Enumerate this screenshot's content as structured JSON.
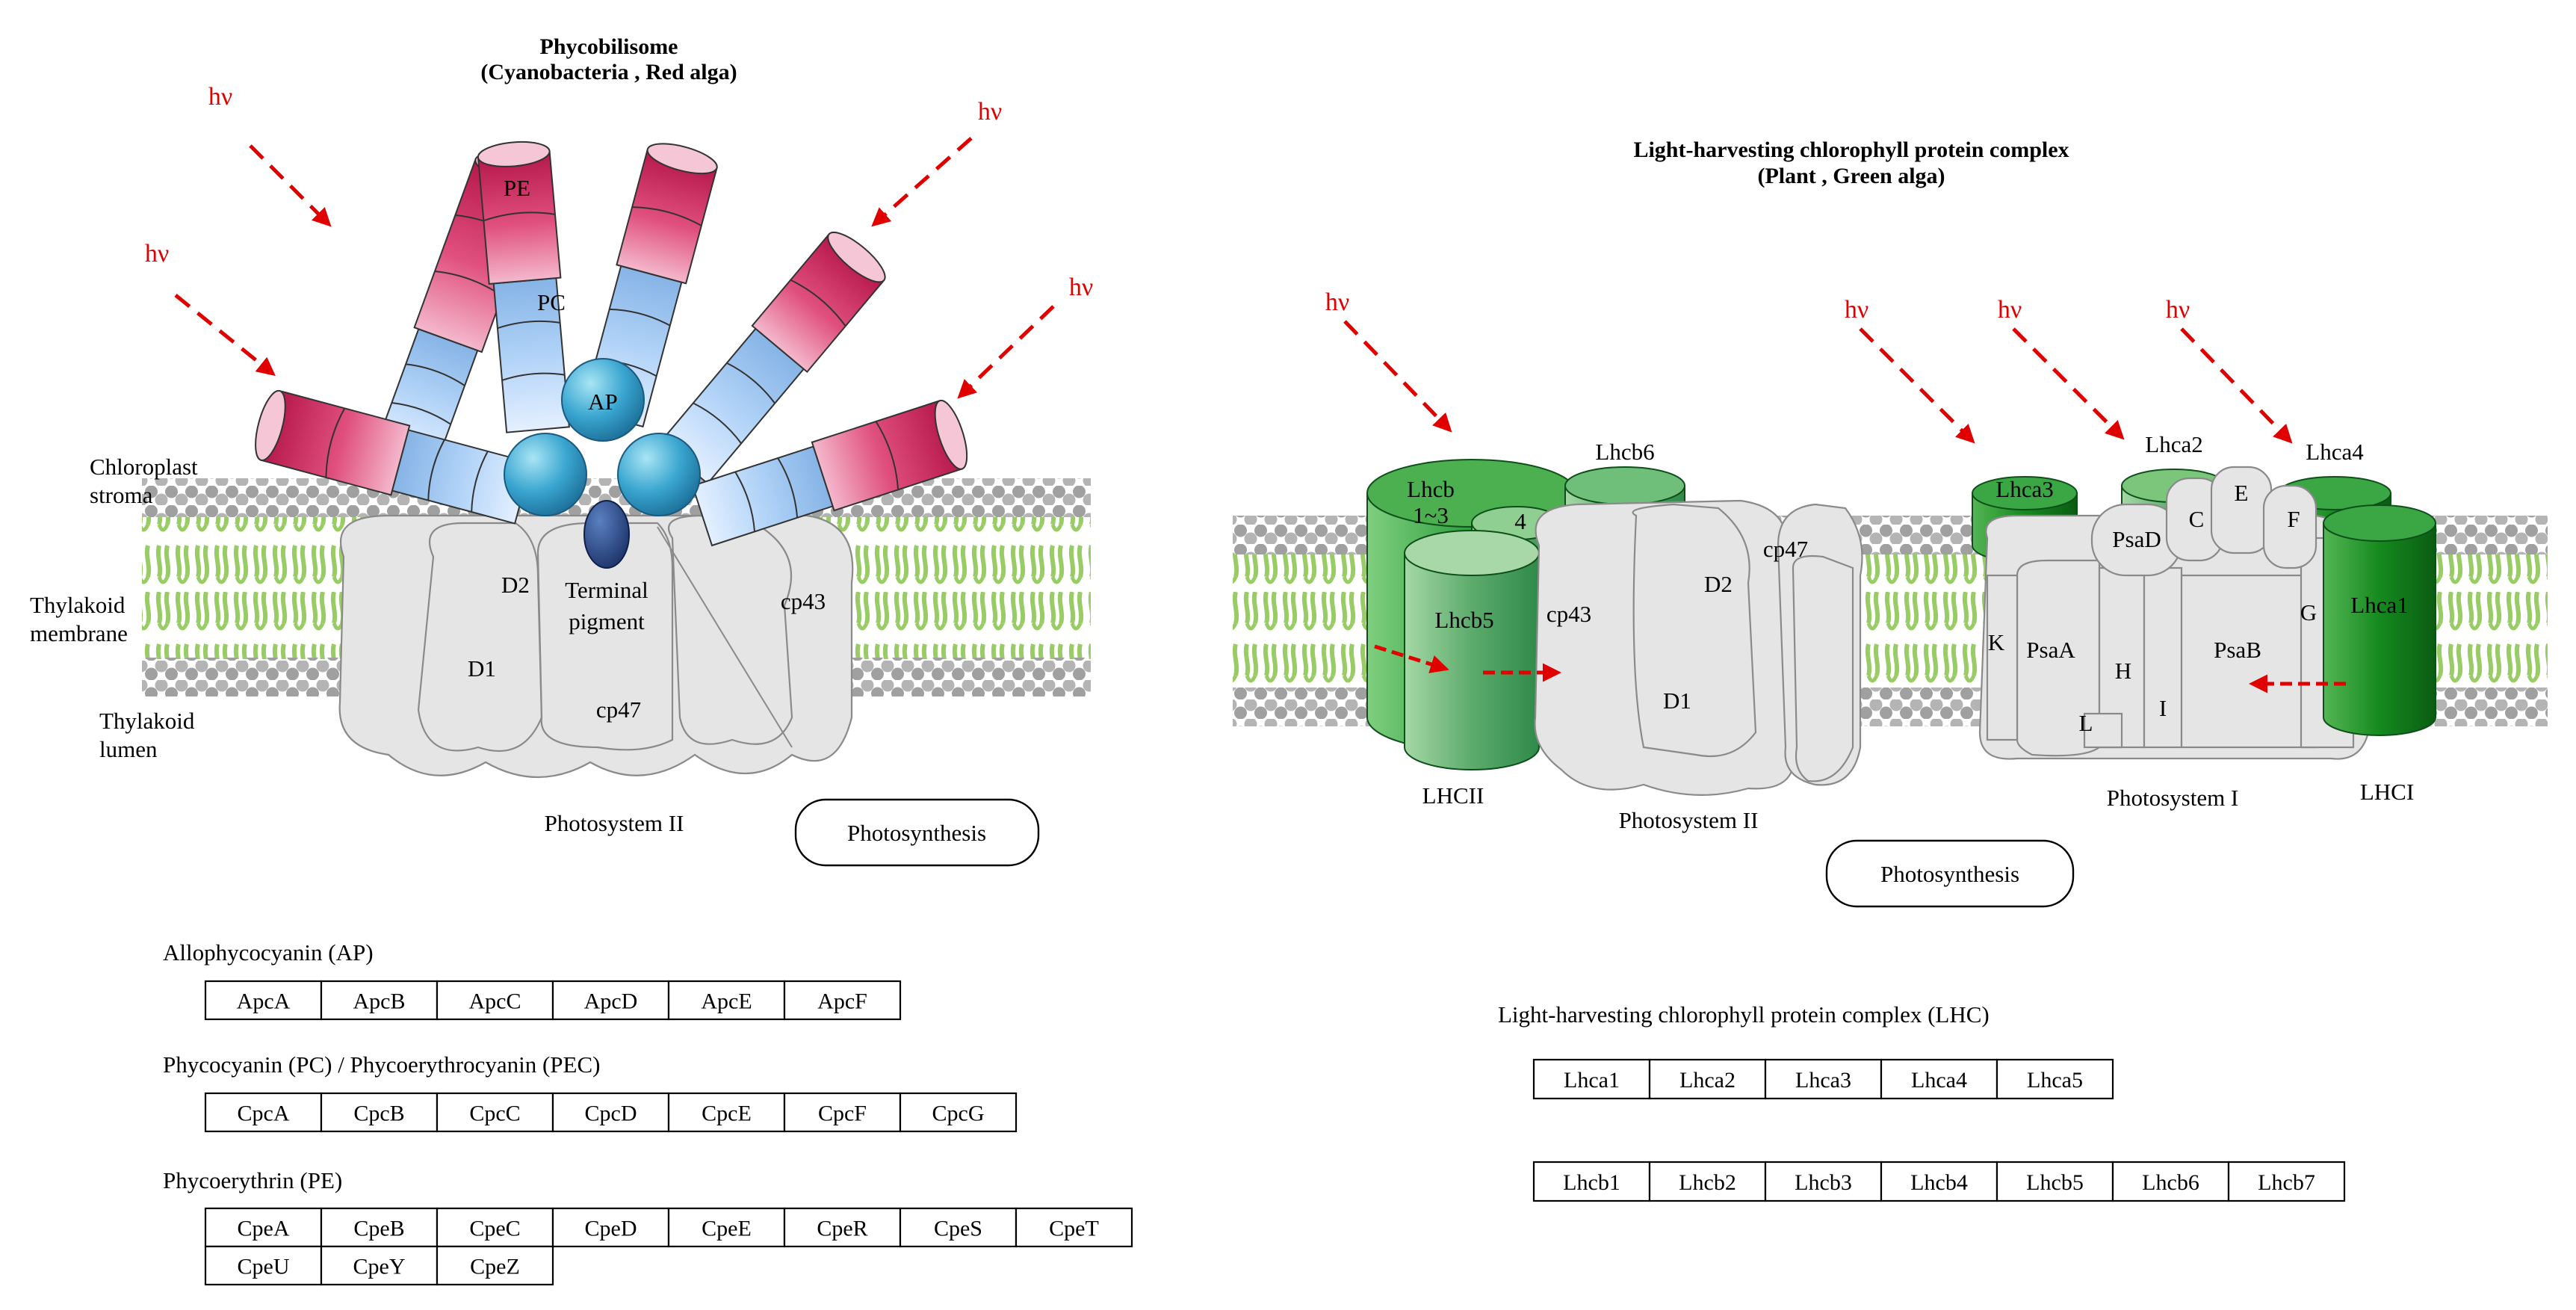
{
  "left": {
    "title": "Phycobilisome",
    "subtitle": "(Cyanobacteria , Red alga)",
    "hv": "hν",
    "labels": {
      "PE": "PE",
      "PC": "PC",
      "AP": "AP",
      "stroma1": "Chloroplast",
      "stroma2": "stroma",
      "thylakoid1": "Thylakoid",
      "thylakoid2": "membrane",
      "lumen1": "Thylakoid",
      "lumen2": "lumen",
      "terminal1": "Terminal",
      "terminal2": "pigment",
      "D1": "D1",
      "D2": "D2",
      "cp43": "cp43",
      "cp47": "cp47",
      "ps2": "Photosystem II"
    },
    "photosynthesis": "Photosynthesis",
    "groups": [
      {
        "title": "Allophycocyanin (AP)",
        "genes": [
          "ApcA",
          "ApcB",
          "ApcC",
          "ApcD",
          "ApcE",
          "ApcF"
        ]
      },
      {
        "title": "Phycocyanin (PC) / Phycoerythrocyanin (PEC)",
        "genes": [
          "CpcA",
          "CpcB",
          "CpcC",
          "CpcD",
          "CpcE",
          "CpcF",
          "CpcG"
        ]
      },
      {
        "title": "Phycoerythrin (PE)",
        "genes": [
          "CpeA",
          "CpeB",
          "CpeC",
          "CpeD",
          "CpeE",
          "CpeR",
          "CpeS",
          "CpeT"
        ],
        "genes2": [
          "CpeU",
          "CpeY",
          "CpeZ"
        ]
      }
    ]
  },
  "right": {
    "title": "Light-harvesting chlorophyll protein complex",
    "subtitle": "(Plant , Green alga)",
    "hv": "hν",
    "labels": {
      "lhcb13a": "Lhcb",
      "lhcb13b": "1~3",
      "four": "4",
      "lhcb6": "Lhcb6",
      "lhcb5": "Lhcb5",
      "cp43": "cp43",
      "cp47": "cp47",
      "D1": "D1",
      "D2": "D2",
      "lhca3": "Lhca3",
      "lhca2": "Lhca2",
      "lhca4": "Lhca4",
      "lhca1": "Lhca1",
      "PsaD": "PsaD",
      "C": "C",
      "E": "E",
      "F": "F",
      "K": "K",
      "PsaA": "PsaA",
      "H": "H",
      "L": "L",
      "I": "I",
      "PsaB": "PsaB",
      "G": "G",
      "LHCII": "LHCII",
      "ps2": "Photosystem II",
      "ps1": "Photosystem I",
      "LHCI": "LHCI"
    },
    "photosynthesis": "Photosynthesis",
    "lhc_title": "Light-harvesting chlorophyll protein complex (LHC)",
    "lhca": [
      "Lhca1",
      "Lhca2",
      "Lhca3",
      "Lhca4",
      "Lhca5"
    ],
    "lhcb": [
      "Lhcb1",
      "Lhcb2",
      "Lhcb3",
      "Lhcb4",
      "Lhcb5",
      "Lhcb6",
      "Lhcb7"
    ]
  }
}
